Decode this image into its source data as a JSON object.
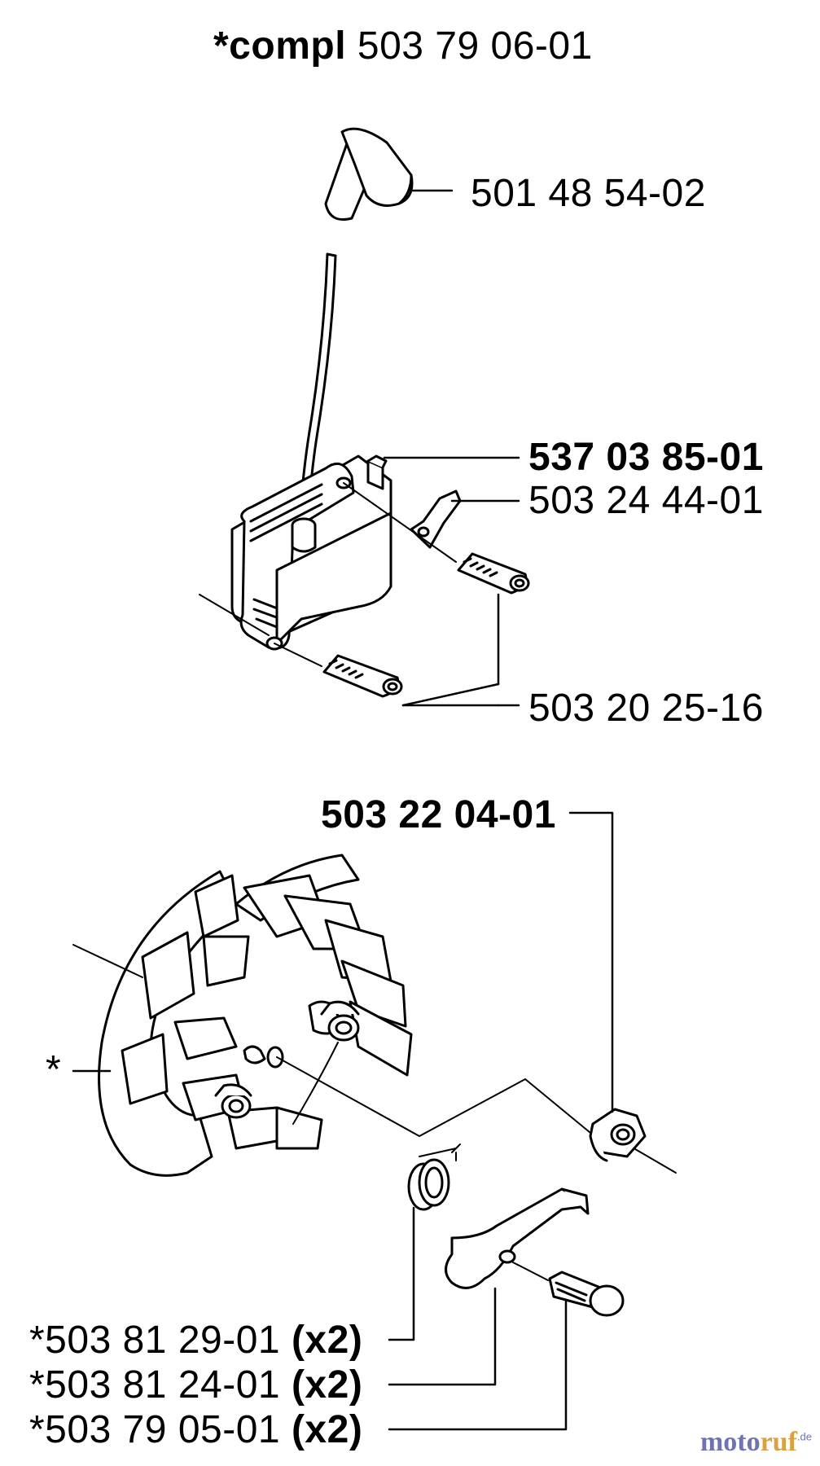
{
  "title": {
    "prefix": "*compl",
    "number": "503 79 06-01"
  },
  "upper_parts": {
    "spark_cap": "501 48 54-02",
    "ignition_module": "537 03 85-01",
    "connector": "503 24 44-01",
    "screws": "503 20 25-16"
  },
  "lower_parts": {
    "flywheel_nut": "503 22 04-01",
    "flywheel_marker": "*",
    "spring": {
      "number": "*503 81 29-01",
      "qty": "(x2)"
    },
    "pawl": {
      "number": "*503 81 24-01",
      "qty": "(x2)"
    },
    "pin": {
      "number": "*503 79 05-01",
      "qty": "(x2)"
    }
  },
  "watermark": {
    "part1": "moto",
    "part2": "ruf",
    "suffix": ".de"
  },
  "colors": {
    "line": "#000000",
    "watermark_blue": "#6f73b4",
    "watermark_gold": "#d9a13f"
  }
}
